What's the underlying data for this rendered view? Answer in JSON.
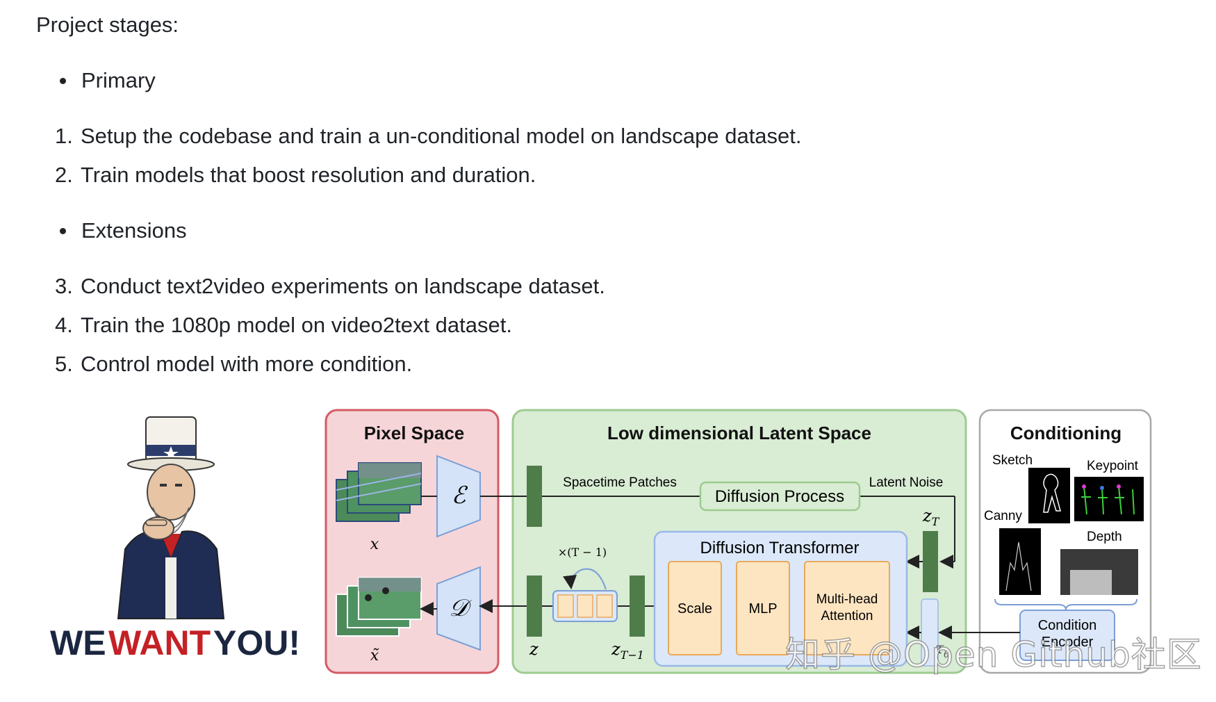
{
  "document": {
    "heading": "Project stages:",
    "sections": [
      {
        "label": "Primary"
      },
      {
        "label": "Extensions"
      }
    ],
    "items": [
      {
        "num": "1.",
        "text": "Setup the codebase and train a un-conditional model on landscape dataset."
      },
      {
        "num": "2.",
        "text": "Train models that boost resolution and duration."
      },
      {
        "num": "3.",
        "text": "Conduct text2video experiments on landscape dataset."
      },
      {
        "num": "4.",
        "text": "Train the 1080p model on video2text dataset."
      },
      {
        "num": "5.",
        "text": "Control model with more condition."
      }
    ]
  },
  "poster": {
    "text_we": "WE",
    "text_want": "WANT",
    "text_you": "YOU!",
    "colors": {
      "dark": "#1b2740",
      "red": "#c42126"
    }
  },
  "diagram": {
    "pixel_space": {
      "title": "Pixel Space",
      "encoder": "ℰ",
      "decoder": "𝒟",
      "x_label": "x",
      "x_tilde_label": "x̃"
    },
    "latent_space": {
      "title": "Low dimensional Latent Space",
      "spacetime_patches": "Spacetime Patches",
      "diffusion_process": "Diffusion Process",
      "latent_noise": "Latent Noise",
      "z_T": "z",
      "z_T_sub": "T",
      "z": "z",
      "z_T_minus_1": "z",
      "z_T_minus_1_sub": "T−1",
      "repeat_label": "×(T − 1)",
      "tau_label": "τ",
      "tau_sub": "θ",
      "transformer": {
        "title": "Diffusion Transformer",
        "blocks": [
          "Scale",
          "MLP",
          "Multi-head",
          "Attention"
        ]
      }
    },
    "conditioning": {
      "title": "Conditioning",
      "sketch": "Sketch",
      "keypoint": "Keypoint",
      "canny": "Canny",
      "depth": "Depth",
      "encoder_line1": "Condition",
      "encoder_line2": "Encoder"
    },
    "colors": {
      "pixel_bg": "#f6d5d8",
      "pixel_border": "#d35a64",
      "latent_bg": "#d9ecd4",
      "latent_border": "#9dcb90",
      "cond_bg": "#ffffff",
      "cond_border": "#a8a8a8",
      "dit_bg": "#dce8f9",
      "dit_border": "#9ab8e8",
      "block_bg": "#fde5c2",
      "block_border": "#e8a95a",
      "latent_bar": "#4f7d4a",
      "encoder_fill": "#d4e3f7",
      "encoder_stroke": "#7a9fd6"
    }
  },
  "watermark": "知乎 @Open Github社区"
}
